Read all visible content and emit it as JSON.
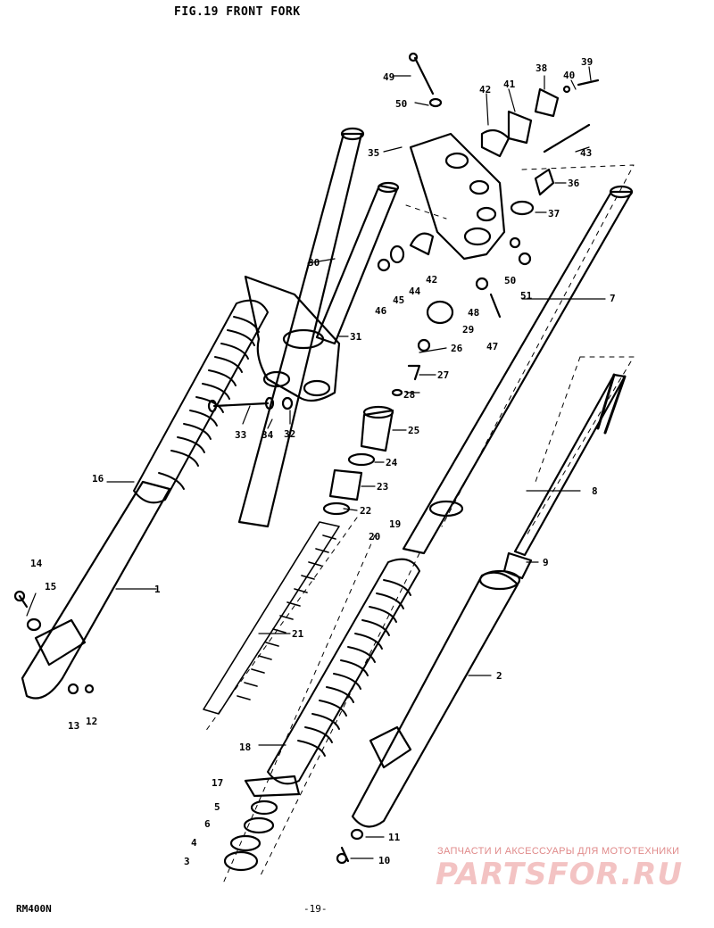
{
  "title": "FIG.19  FRONT FORK",
  "model": "RM400N",
  "page": "-19-",
  "watermark": {
    "subtitle": "ЗАПЧАСТИ И АКСЕССУАРЫ ДЛЯ МОТОТЕХНИКИ",
    "logo": "PARTSFOR.RU"
  },
  "callouts": [
    "1",
    "2",
    "3",
    "4",
    "5",
    "6",
    "7",
    "8",
    "9",
    "10",
    "11",
    "12",
    "13",
    "14",
    "15",
    "16",
    "17",
    "18",
    "19",
    "20",
    "21",
    "22",
    "23",
    "24",
    "25",
    "26",
    "27",
    "28",
    "29",
    "30",
    "31",
    "32",
    "33",
    "34",
    "35",
    "36",
    "37",
    "38",
    "39",
    "40",
    "41",
    "42",
    "42",
    "43",
    "44",
    "45",
    "46",
    "47",
    "48",
    "49",
    "50",
    "50",
    "51"
  ]
}
